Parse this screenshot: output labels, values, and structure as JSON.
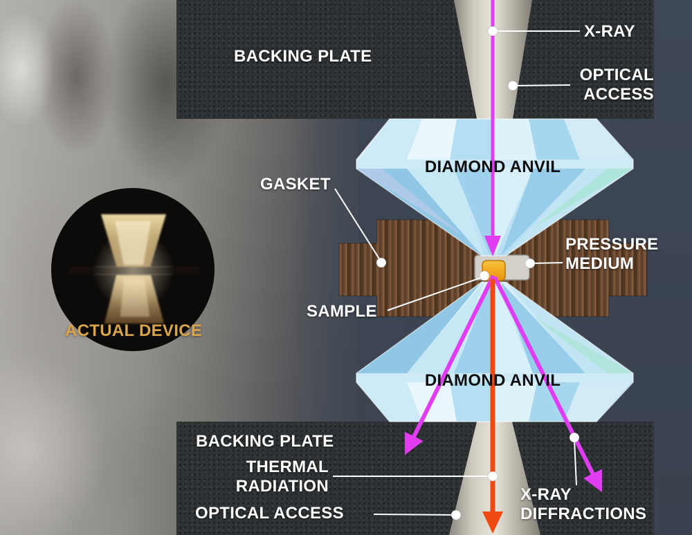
{
  "colors": {
    "background_navy": "#3c4551",
    "backing_plate_gray": "#2e3234",
    "diamond_blue_light": "#eef9fd",
    "diamond_blue_mid": "#a5d6ee",
    "gasket_wood_brown": "#6b4a33",
    "xray_magenta": "#e03df2",
    "thermal_orange": "#ee4a12",
    "sample_orange": "#f3a81e",
    "pressure_medium_gray": "#d2d0c9",
    "pointer_white": "#ffffff",
    "actual_device_gold": "#d9a548",
    "cone_gray": "#cfcabf"
  },
  "labels": {
    "backing_plate_top": "BACKING PLATE",
    "x_ray": "X-RAY",
    "optical_access_top": [
      "OPTICAL",
      "ACCESS"
    ],
    "diamond_anvil_top": "DIAMOND ANVIL",
    "gasket": "GASKET",
    "pressure_medium": [
      "PRESSURE",
      "MEDIUM"
    ],
    "sample": "SAMPLE",
    "diamond_anvil_bottom": "DIAMOND ANVIL",
    "backing_plate_bottom": "BACKING PLATE",
    "thermal_radiation": [
      "THERMAL",
      "RADIATION"
    ],
    "optical_access_bottom": "OPTICAL ACCESS",
    "xray_diffractions": [
      "X-RAY",
      "DIFFRACTIONS"
    ],
    "actual_device": "ACTUAL DEVICE"
  }
}
